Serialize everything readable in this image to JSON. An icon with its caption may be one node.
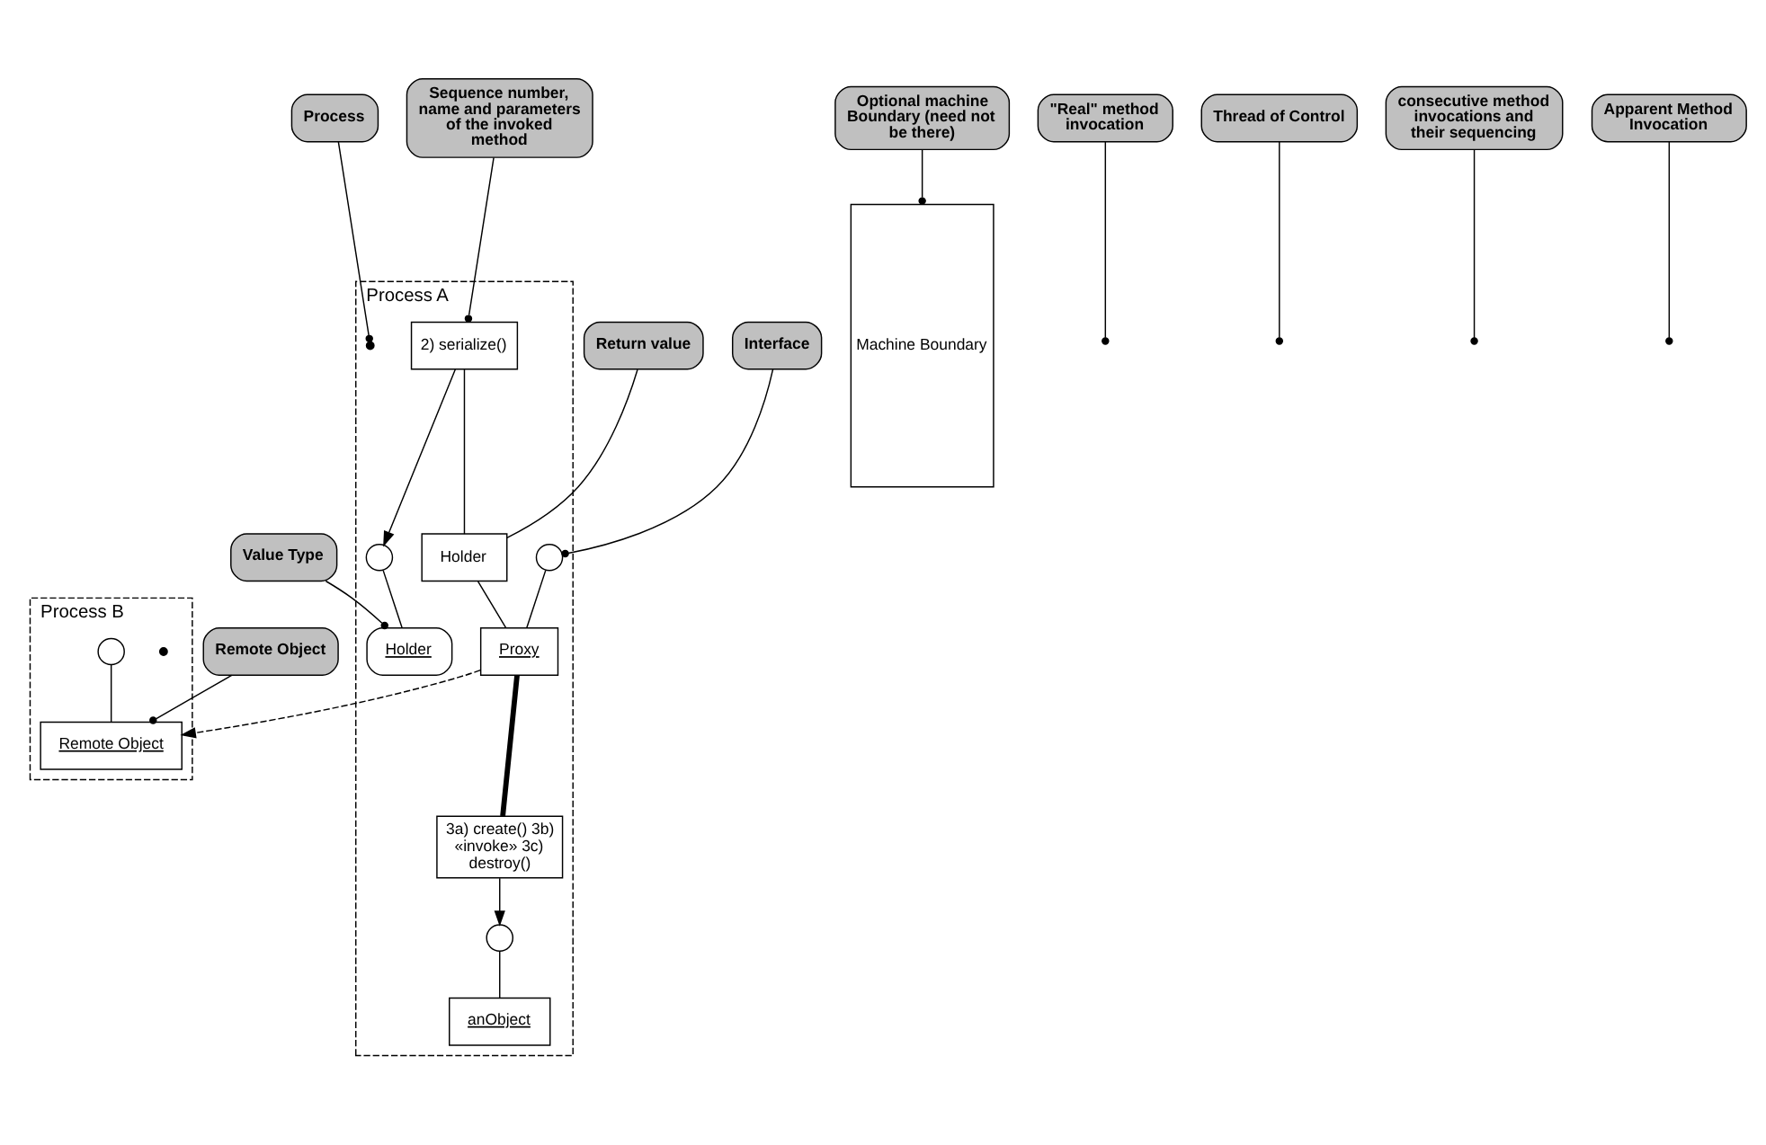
{
  "diagram": {
    "nodes": [
      {
        "text": [
          "Process A"
        ]
      },
      {
        "text": [
          "Process B"
        ]
      },
      {
        "text": [
          "Machine Boundary"
        ]
      },
      {
        "text": [
          "2) serialize()"
        ],
        "in": 0
      },
      {
        "text": [
          "Holder"
        ],
        "in": 0
      },
      {
        "text": [
          "Holder"
        ],
        "in": 0
      },
      {
        "text": [
          "Proxy"
        ],
        "in": 0
      },
      {
        "text": [
          "3a) create() 3b) «invoke» 3c) destroy()"
        ],
        "in": 0
      },
      {
        "text": [
          "anObject"
        ],
        "in": 0
      },
      {
        "text": [
          "Remote Object"
        ],
        "in": 1
      },
      {
        "text": [],
        "shape": "circle",
        "in": 0
      },
      {
        "text": [],
        "shape": "circle",
        "in": 0
      },
      {
        "text": [],
        "shape": "circle",
        "in": 0
      },
      {
        "text": [],
        "shape": "circle",
        "in": 1
      },
      {
        "text": [
          "Process"
        ]
      },
      {
        "text": [
          "Sequence number, name and parameters of the invoked method"
        ]
      },
      {
        "text": [
          "\"Real\" method invocation"
        ]
      },
      {
        "text": [
          "Value Type"
        ]
      },
      {
        "text": [
          "Return value"
        ]
      },
      {
        "text": [
          "Thread of Control"
        ]
      },
      {
        "text": [
          "Remote Object"
        ]
      },
      {
        "text": [
          "Interface"
        ]
      },
      {
        "text": [
          "consecutive method invocations and their sequencing"
        ]
      },
      {
        "text": [
          "Apparent Method Invocation"
        ]
      },
      {
        "text": [
          "Optional machine Boundary (need not be there)"
        ]
      }
    ],
    "edges": [
      {
        "from": 3,
        "to": 10,
        "arrow": "to"
      },
      {
        "from": 10,
        "to": 4,
        "arrow": "none"
      },
      {
        "from": 3,
        "to": 5,
        "arrow": "none"
      },
      {
        "from": 5,
        "to": 6,
        "arrow": "none"
      },
      {
        "from": 11,
        "to": 6,
        "arrow": "none"
      },
      {
        "from": 6,
        "to": 7,
        "arrow": "none",
        "style": "thick"
      },
      {
        "from": 7,
        "to": 12,
        "arrow": "to"
      },
      {
        "from": 12,
        "to": 8,
        "arrow": "none"
      },
      {
        "from": 13,
        "to": 9,
        "arrow": "none"
      },
      {
        "from": 6,
        "to": 9,
        "arrow": "to",
        "style": "dashed"
      },
      {
        "from": 14,
        "to": 0,
        "arrow": "other"
      },
      {
        "from": 15,
        "to": 3,
        "arrow": "other"
      },
      {
        "from": 16,
        "to": null,
        "arrow": "other"
      },
      {
        "from": 17,
        "to": 4,
        "arrow": "other"
      },
      {
        "from": 18,
        "to": 5,
        "arrow": "none"
      },
      {
        "from": 19,
        "to": null,
        "arrow": "other"
      },
      {
        "from": 20,
        "to": 9,
        "arrow": "other"
      },
      {
        "from": 21,
        "to": 11,
        "arrow": "other"
      },
      {
        "from": 22,
        "to": null,
        "arrow": "other"
      },
      {
        "from": 23,
        "to": null,
        "arrow": "other"
      },
      {
        "from": 24,
        "to": 2,
        "arrow": "other"
      }
    ]
  }
}
